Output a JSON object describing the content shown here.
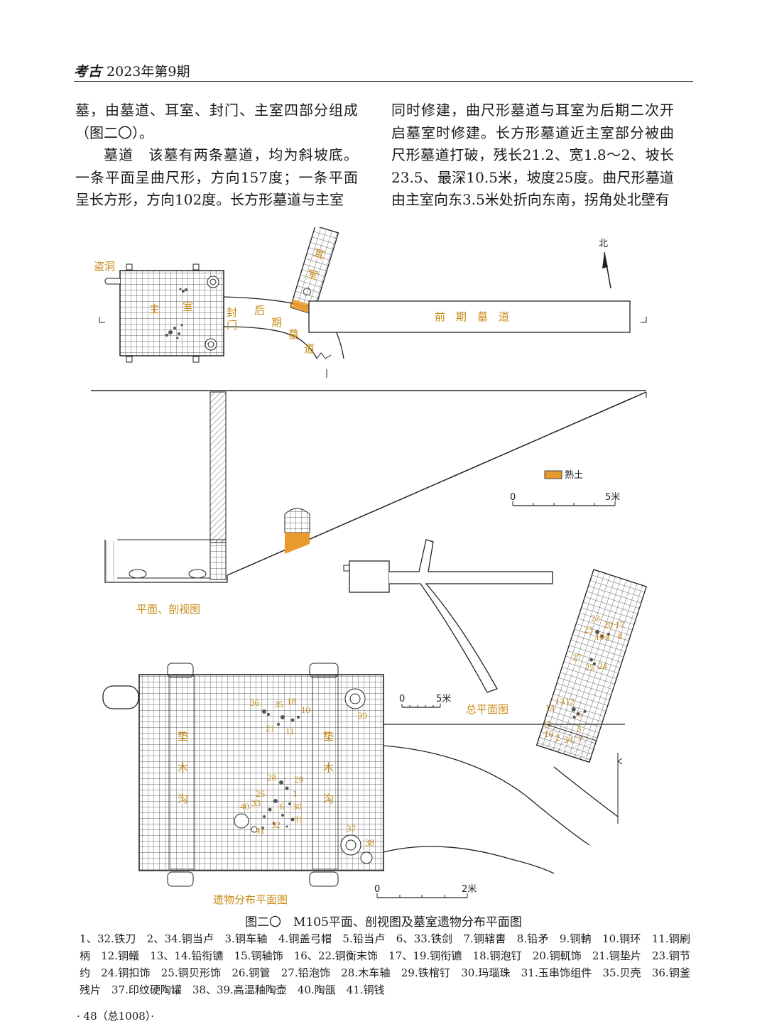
{
  "header": {
    "journal": "考古",
    "issue": "2023年第9期"
  },
  "body": {
    "left_column": [
      "墓，由墓道、耳室、封门、主室四部分组成（图二〇）。",
      "墓道　该墓有两条墓道，均为斜坡底。一条平面呈曲尺形，方向157度；一条平面呈长方形，方向102度。长方形墓道与主室"
    ],
    "right_column": "同时修建，曲尺形墓道与耳室为后期二次开启墓室时修建。长方形墓道近主室部分被曲尺形墓道打破，残长21.2、宽1.8～2、坡长23.5、最深10.5米，坡度25度。曲尺形墓道由主室向东3.5米处折向东南，拐角处北壁有"
  },
  "figure": {
    "north": "北",
    "plan_labels": {
      "looting_hole": "盗洞",
      "main_chamber_1": "主",
      "main_chamber_2": "室",
      "seal_1": "封",
      "seal_2": "门",
      "later_1": "后",
      "later_2": "期",
      "later_3": "墓",
      "later_4": "道",
      "ear_1": "耳",
      "ear_2": "室",
      "early_passage": "前　期　墓　道"
    },
    "legend_swatch": "熟土",
    "scale_a": {
      "zero": "0",
      "end": "5米"
    },
    "scale_b": {
      "zero": "0",
      "end": "5米"
    },
    "scale_c": {
      "zero": "0",
      "end": "2米"
    },
    "section_title": "平面、剖视图",
    "overview_title": "总平面图",
    "distribution_title": "遗物分布平面图",
    "wood_groove_left": [
      "垫",
      "木",
      "沟"
    ],
    "wood_groove_right": [
      "垫",
      "木",
      "沟"
    ],
    "finds_main": [
      "36",
      "35",
      "18",
      "10",
      "21",
      "11",
      "39",
      "28",
      "29",
      "26",
      "1",
      "40",
      "33",
      "6",
      "30",
      "41",
      "32",
      "31",
      "37",
      "38"
    ],
    "finds_ear": [
      "22",
      "20",
      "17",
      "23",
      "19",
      "9",
      "8",
      "27",
      "25",
      "24",
      "14",
      "13",
      "12",
      "15",
      "5",
      "16",
      "2",
      "3",
      "34",
      "7"
    ]
  },
  "caption": "图二〇　M105平面、剖视图及墓室遗物分布平面图",
  "legend": "1、32.铁刀　2、34.铜当卢　3.铜车轴　4.铜盖弓帽　5.铅当卢　6、33.铁剑　7.铜辖軎　8.铅矛　9.铜軜　10.铜环　11.铜刷柄　12.铜轙　13、14.铅衔镳　15.铜轴饰　16、22.铜衡末饰　17、19.铜衔镳　18.铜泡钉　20.铜軏饰　21.铜垫片　23.铜节约　24.铜扣饰　25.铜贝形饰　26.铜管　27.铅泡饰　28.木车轴　29.铁棺钉　30.玛瑙珠　31.玉串饰组件　35.贝壳　36.铜釜残片　37.印纹硬陶罐　38、39.高温釉陶壶　40.陶瓿　41.铜钱",
  "footer": {
    "folio": "· 48（总1008）·"
  },
  "colors": {
    "accent": "#c98a16",
    "rammed_earth": "#e89a2c",
    "ink": "#222222"
  }
}
